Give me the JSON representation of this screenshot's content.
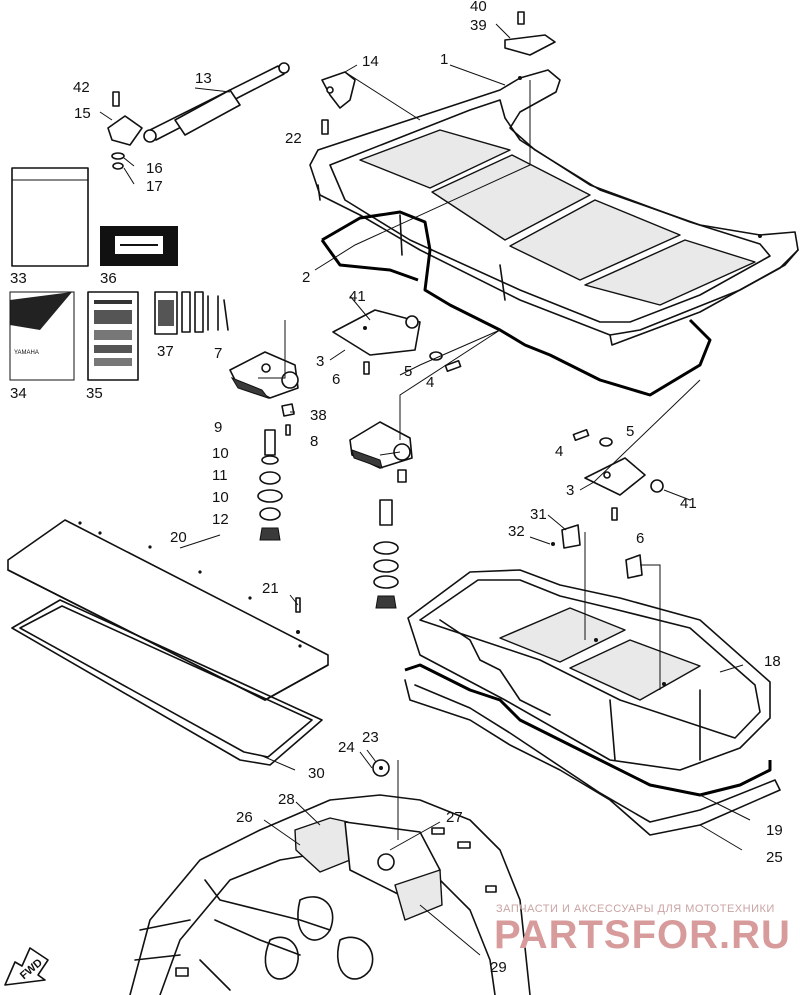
{
  "callouts": [
    {
      "id": "c1",
      "text": "1"
    },
    {
      "id": "c2",
      "text": "2"
    },
    {
      "id": "c3a",
      "text": "3"
    },
    {
      "id": "c3b",
      "text": "3"
    },
    {
      "id": "c4a",
      "text": "4"
    },
    {
      "id": "c4b",
      "text": "4"
    },
    {
      "id": "c5a",
      "text": "5"
    },
    {
      "id": "c5b",
      "text": "5"
    },
    {
      "id": "c6a",
      "text": "6"
    },
    {
      "id": "c6b",
      "text": "6"
    },
    {
      "id": "c7",
      "text": "7"
    },
    {
      "id": "c8",
      "text": "8"
    },
    {
      "id": "c9",
      "text": "9"
    },
    {
      "id": "c10a",
      "text": "10"
    },
    {
      "id": "c10b",
      "text": "10"
    },
    {
      "id": "c11",
      "text": "11"
    },
    {
      "id": "c12",
      "text": "12"
    },
    {
      "id": "c13",
      "text": "13"
    },
    {
      "id": "c14",
      "text": "14"
    },
    {
      "id": "c15",
      "text": "15"
    },
    {
      "id": "c16",
      "text": "16"
    },
    {
      "id": "c17",
      "text": "17"
    },
    {
      "id": "c18",
      "text": "18"
    },
    {
      "id": "c19",
      "text": "19"
    },
    {
      "id": "c20",
      "text": "20"
    },
    {
      "id": "c21",
      "text": "21"
    },
    {
      "id": "c22",
      "text": "22"
    },
    {
      "id": "c23",
      "text": "23"
    },
    {
      "id": "c24",
      "text": "24"
    },
    {
      "id": "c25",
      "text": "25"
    },
    {
      "id": "c26",
      "text": "26"
    },
    {
      "id": "c27",
      "text": "27"
    },
    {
      "id": "c28",
      "text": "28"
    },
    {
      "id": "c29",
      "text": "29"
    },
    {
      "id": "c30",
      "text": "30"
    },
    {
      "id": "c31",
      "text": "31"
    },
    {
      "id": "c32",
      "text": "32"
    },
    {
      "id": "c33",
      "text": "33"
    },
    {
      "id": "c34",
      "text": "34"
    },
    {
      "id": "c35",
      "text": "35"
    },
    {
      "id": "c36",
      "text": "36"
    },
    {
      "id": "c37",
      "text": "37"
    },
    {
      "id": "c38",
      "text": "38"
    },
    {
      "id": "c39",
      "text": "39"
    },
    {
      "id": "c40",
      "text": "40"
    },
    {
      "id": "c41a",
      "text": "41"
    },
    {
      "id": "c41b",
      "text": "41"
    },
    {
      "id": "c42",
      "text": "42"
    }
  ],
  "decal": {
    "brand": "YAMAHA"
  },
  "fwd_label": "FWD",
  "watermark": {
    "tagline": "ЗАПЧАСТИ И АКСЕССУАРЫ ДЛЯ МОТОТЕХНИКИ",
    "brand": "PARTSFOR.RU",
    "color": "#d89b9b"
  }
}
